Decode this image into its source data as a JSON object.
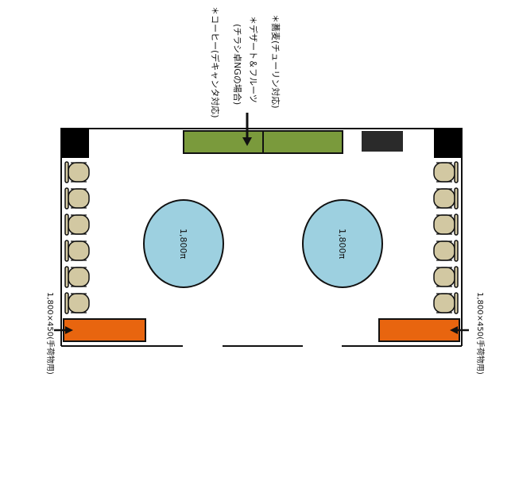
{
  "annotations": {
    "top_1": "＊蕎麦(チューリン対応)",
    "top_2a": "＊デザート＆フルーツ",
    "top_2b": "(チラシ卓NGの場合)",
    "top_3": "＊コーヒー(デキャンタ対応)"
  },
  "tables": {
    "round_left": "1,800π",
    "round_right": "1,800π"
  },
  "side_labels": {
    "left": "1,800×450(手荷物用)",
    "right": "1,800×450(手荷物用)"
  },
  "colors": {
    "buffet_green": "#7a9a3c",
    "round_table": "#9dd0e0",
    "luggage_orange": "#e8650f",
    "chair": "#d2c8a2",
    "pillar": "#000000",
    "service_block": "#2a2a2a"
  }
}
